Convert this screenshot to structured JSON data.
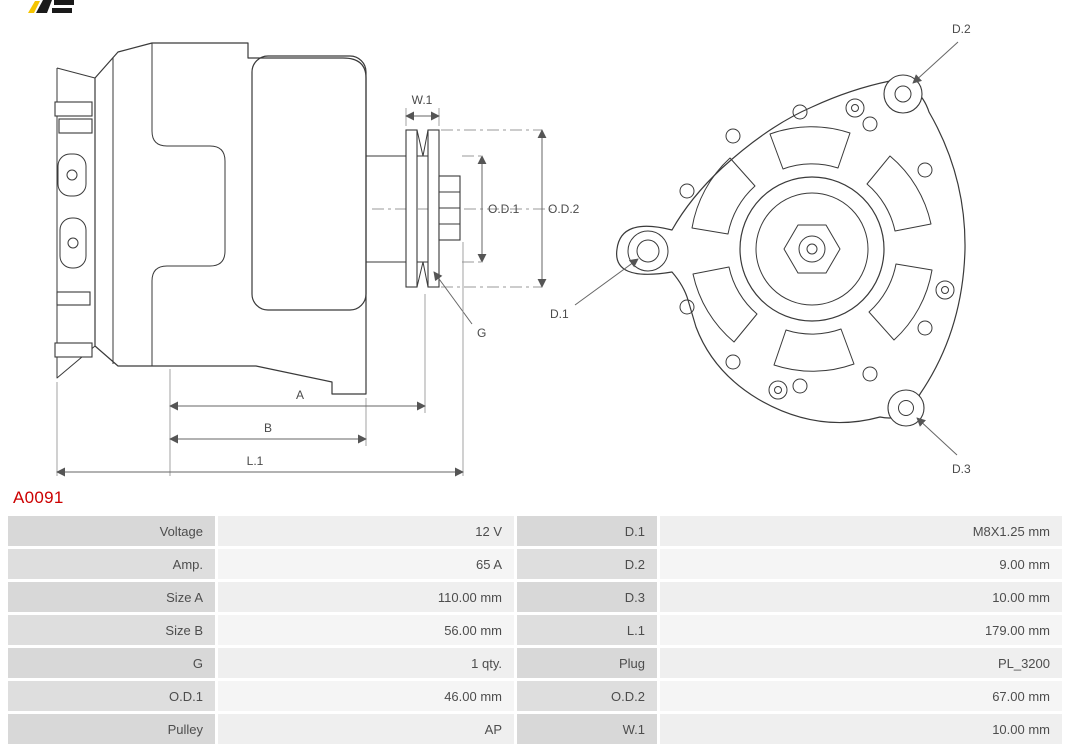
{
  "brand": {
    "logo_name": "as-logo"
  },
  "part_number": "A0091",
  "colors": {
    "part_number_red": "#cc0000",
    "table_label_bg": "#d8d8d8",
    "table_value_bg": "#efefef",
    "line_color": "#3a3a3a",
    "logo_yellow": "#f5c400"
  },
  "diagram": {
    "dimension_labels": {
      "w1": "W.1",
      "od1": "O.D.1",
      "od2": "O.D.2",
      "g": "G",
      "a": "A",
      "b": "B",
      "l1": "L.1",
      "d1": "D.1",
      "d2": "D.2",
      "d3": "D.3"
    }
  },
  "spec_table": {
    "rows": [
      {
        "label_left": "Voltage",
        "value_left": "12 V",
        "label_right": "D.1",
        "value_right": "M8X1.25 mm"
      },
      {
        "label_left": "Amp.",
        "value_left": "65 A",
        "label_right": "D.2",
        "value_right": "9.00 mm"
      },
      {
        "label_left": "Size A",
        "value_left": "110.00 mm",
        "label_right": "D.3",
        "value_right": "10.00 mm"
      },
      {
        "label_left": "Size B",
        "value_left": "56.00 mm",
        "label_right": "L.1",
        "value_right": "179.00 mm"
      },
      {
        "label_left": "G",
        "value_left": "1 qty.",
        "label_right": "Plug",
        "value_right": "PL_3200"
      },
      {
        "label_left": "O.D.1",
        "value_left": "46.00 mm",
        "label_right": "O.D.2",
        "value_right": "67.00 mm"
      },
      {
        "label_left": "Pulley",
        "value_left": "AP",
        "label_right": "W.1",
        "value_right": "10.00 mm"
      }
    ]
  }
}
